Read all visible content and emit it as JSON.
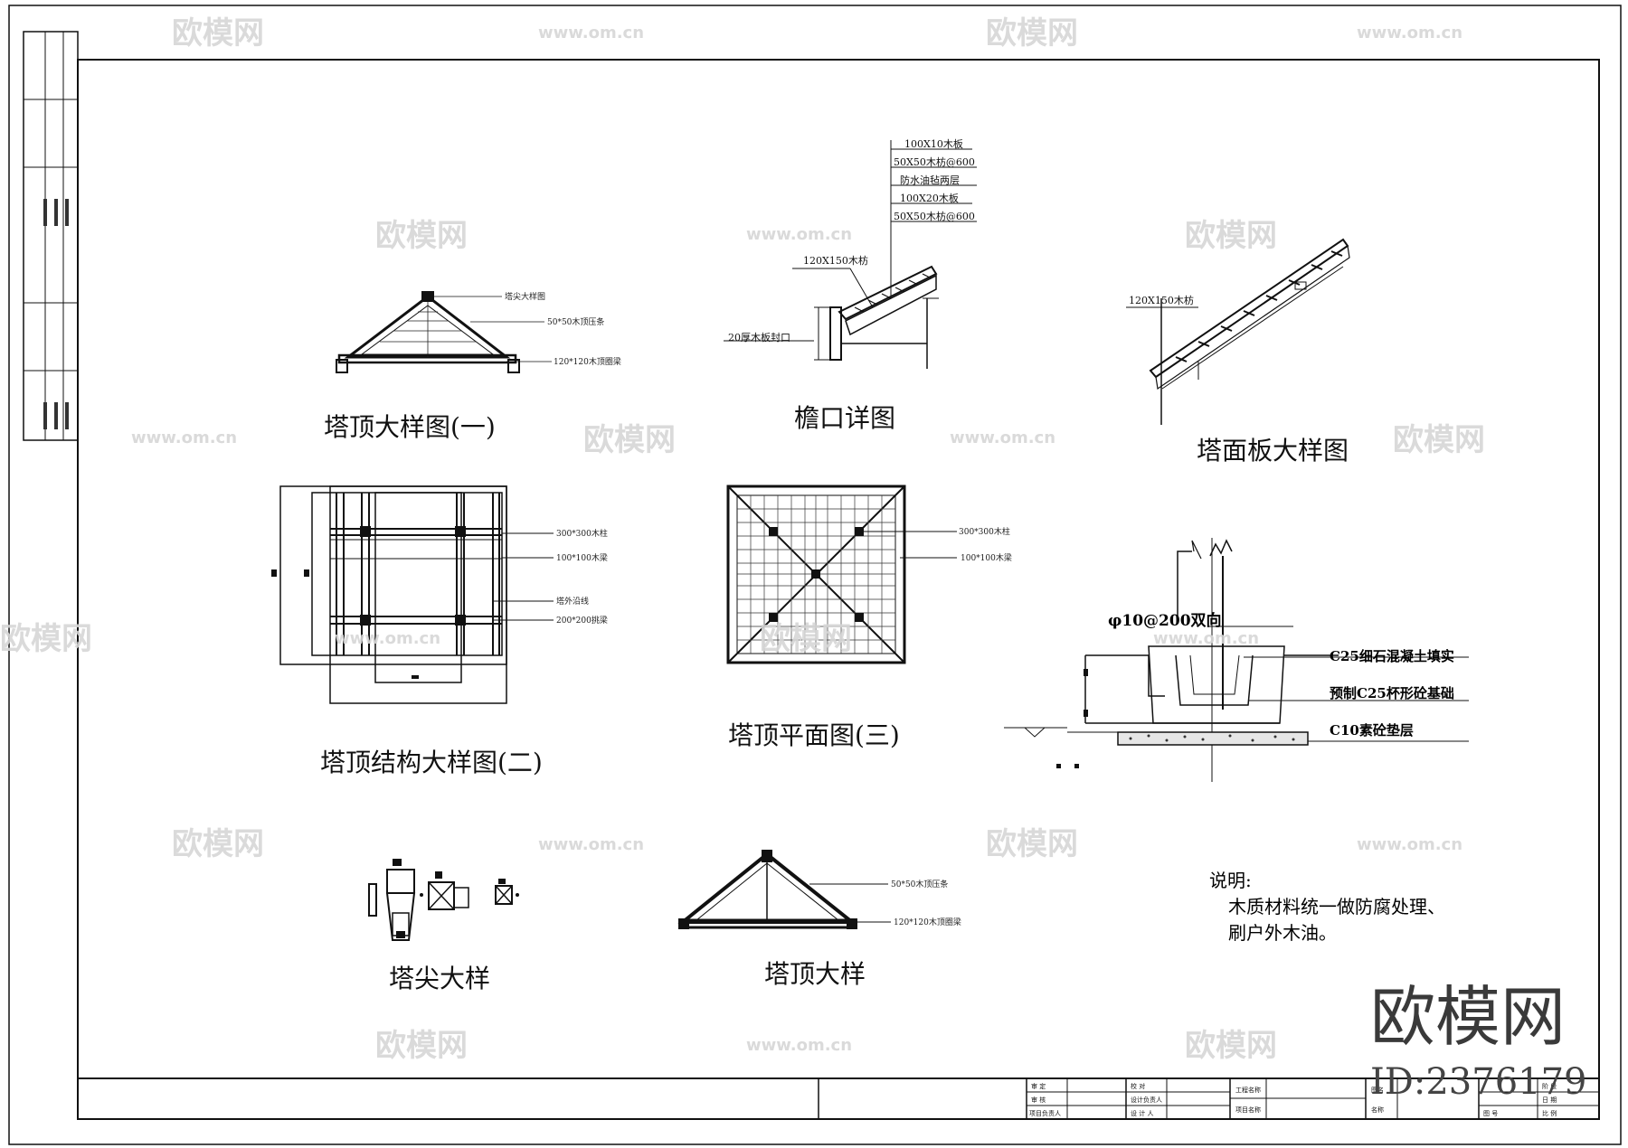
{
  "watermark": {
    "brand": "欧模网",
    "url": "www.om.cn",
    "id_label": "ID:2376179"
  },
  "views": {
    "roof_detail_1": {
      "title": "塔顶大样图(一)",
      "callouts": [
        "塔尖大样图",
        "50*50木顶压条",
        "120*120木顶圈梁"
      ]
    },
    "eave_detail": {
      "title": "檐口详图",
      "layers": [
        "100X10木板",
        "50X50木枋@600",
        "防水油毡两层",
        "100X20木板",
        "50X50木枋@600"
      ],
      "left_labels": [
        "120X150木枋",
        "20厚木板封口"
      ]
    },
    "roof_panel": {
      "title": "塔面板大样图",
      "label": "120X150木枋"
    },
    "roof_structure_2": {
      "title": "塔顶结构大样图(二)",
      "callouts": [
        "300*300木柱",
        "100*100木梁",
        "塔外沿线",
        "200*200挑梁"
      ]
    },
    "roof_plan_3": {
      "title": "塔顶平面图(三)",
      "callouts": [
        "300*300木柱",
        "100*100木梁"
      ]
    },
    "foundation": {
      "rebar": "φ10@200双向",
      "labels": [
        "C25细石混凝土填实",
        "预制C25杯形砼基础",
        "C10素砼垫层"
      ]
    },
    "spire_detail": {
      "title": "塔尖大样"
    },
    "roof_detail": {
      "title": "塔顶大样",
      "callouts": [
        "50*50木顶压条",
        "120*120木顶圈梁"
      ]
    }
  },
  "notes": {
    "heading": "说明:",
    "lines": [
      "木质材料统一做防腐处理、",
      "刷户外木油。"
    ]
  },
  "title_block": {
    "labels": [
      "审 定",
      "审 核",
      "项目负责人",
      "校 对",
      "设计负责人",
      "设 计 人",
      "工程名称",
      "项目名称",
      "图名",
      "名称",
      "阶 段",
      "日 期",
      "图 号",
      "比 例"
    ]
  }
}
